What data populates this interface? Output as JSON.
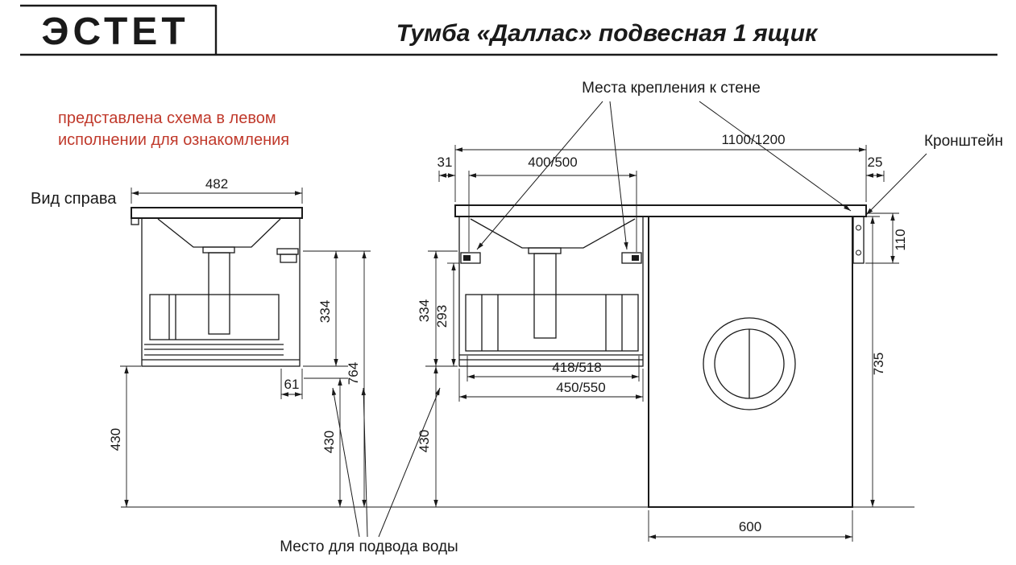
{
  "header": {
    "brand": "ЭСТЕТ",
    "title": "Тумба «Даллас» подвесная 1 ящик"
  },
  "annotations": {
    "note_line1": "представлена схема в левом",
    "note_line2": "исполнении для ознакомления",
    "side_view": "Вид справа",
    "wall_mount": "Места крепления к стене",
    "bracket": "Кронштейн",
    "water_supply": "Место для подвода воды"
  },
  "dims": {
    "side_width": "482",
    "side_334": "334",
    "side_764": "764",
    "side_430_left": "430",
    "side_430_right": "430",
    "side_61": "61",
    "front_31": "31",
    "front_400_500": "400/500",
    "front_1100_1200": "1100/1200",
    "front_25": "25",
    "front_110": "110",
    "front_334": "334",
    "front_293": "293",
    "front_418_518": "418/518",
    "front_450_550": "450/550",
    "front_430": "430",
    "front_735": "735",
    "machine_600": "600"
  },
  "colors": {
    "line": "#1a1a1a",
    "accent_red": "#c0392b",
    "background": "#ffffff"
  }
}
